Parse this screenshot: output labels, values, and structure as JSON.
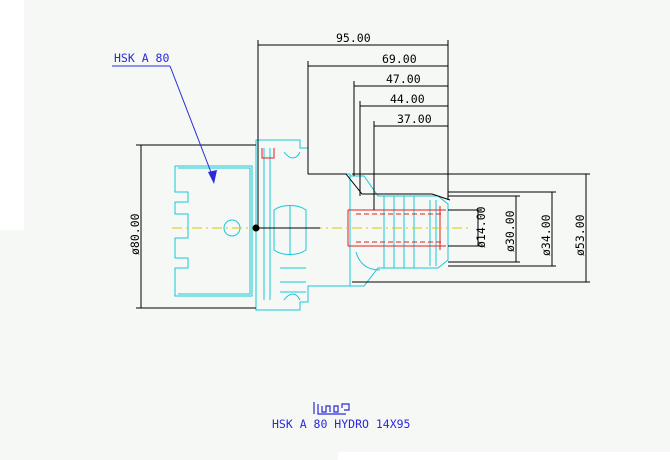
{
  "callout": {
    "text": "HSK A 80"
  },
  "dimensions": {
    "len_95": "95.00",
    "len_69": "69.00",
    "len_47": "47.00",
    "len_44": "44.00",
    "len_37": "37.00",
    "dia_80": "ø80.00",
    "dia_14": "ø14.00",
    "dia_30": "ø30.00",
    "dia_34": "ø34.00",
    "dia_53": "ø53.00"
  },
  "title_block": {
    "logo_text": "iscar",
    "part_name": "HSK A 80 HYDRO 14X95"
  },
  "colors": {
    "background": "#ffffff",
    "paper_tint": "#f6f8f6",
    "outline_cyan": "#19c8d8",
    "dimension_black": "#000000",
    "hidden_red": "#e02020",
    "callout_blue": "#2a2ad8",
    "centerline_yellow": "#d8c800"
  }
}
